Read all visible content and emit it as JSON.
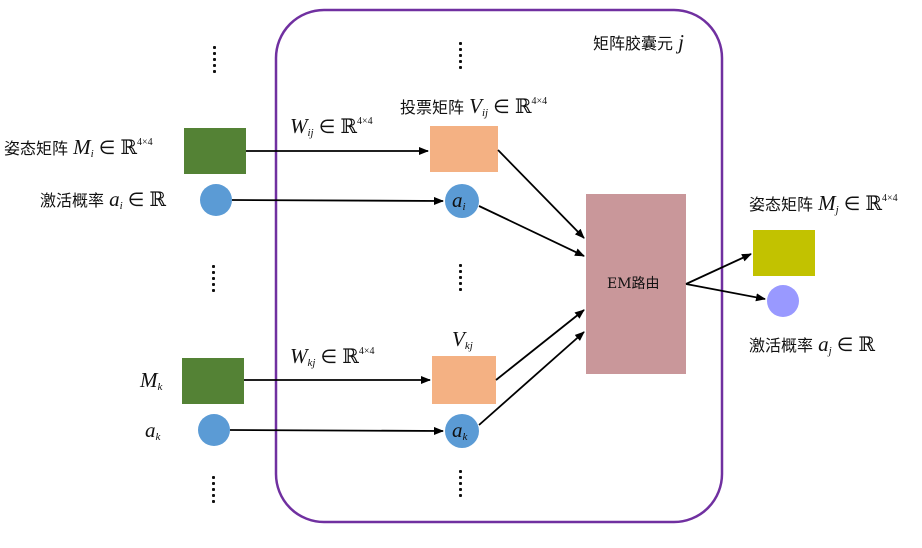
{
  "capsule_title": "矩阵胶囊元",
  "capsule_index": "j",
  "routing_label": "EM路由",
  "symbols": {
    "in": "∈",
    "real": "ℝ",
    "dim": "4×4"
  },
  "pose_label": "姿态矩阵",
  "activation_label": "激活概率",
  "vote_label": "投票矩阵",
  "input_i": {
    "pose": "M",
    "pose_sub": "i",
    "act": "a",
    "act_sub": "i"
  },
  "input_k": {
    "pose": "M",
    "pose_sub": "k",
    "act": "a",
    "act_sub": "k"
  },
  "weights_i": {
    "sym": "W",
    "sub": "ij"
  },
  "weights_k": {
    "sym": "W",
    "sub": "kj"
  },
  "vote_i": {
    "sym": "V",
    "sub": "ij"
  },
  "vote_k": {
    "sym": "V",
    "sub": "kj"
  },
  "inner_act_i": {
    "sym": "a",
    "sub": "i"
  },
  "inner_act_k": {
    "sym": "a",
    "sub": "k"
  },
  "output": {
    "pose": "M",
    "pose_sub": "j",
    "act": "a",
    "act_sub": "j"
  },
  "colors": {
    "capsule_border": "#7030a0",
    "input_pose": "#548235",
    "vote_matrix": "#f4b183",
    "activation": "#5b9bd5",
    "routing_box": "#c9979a",
    "output_pose": "#c2c200",
    "output_activation": "#9999ff"
  }
}
